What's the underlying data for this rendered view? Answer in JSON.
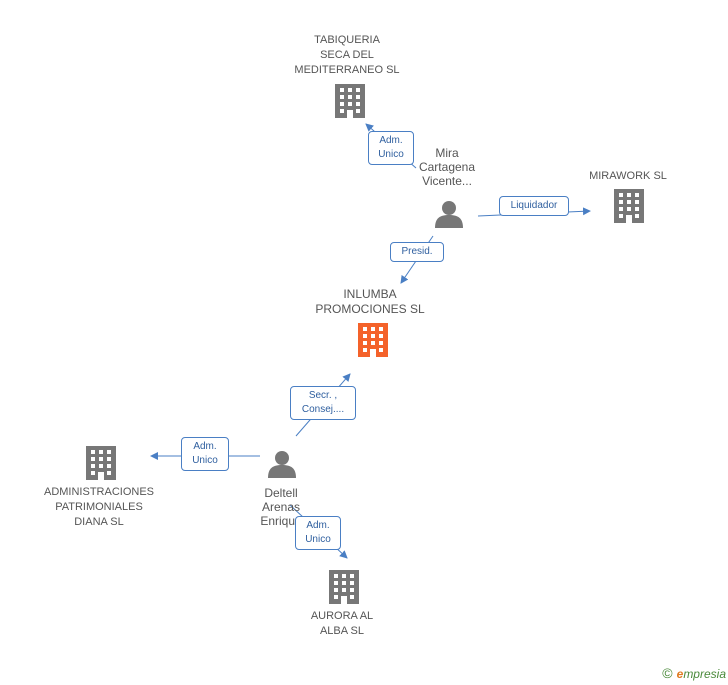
{
  "colors": {
    "company": "#777777",
    "focus_company": "#f4622a",
    "person": "#777777",
    "edge": "#4a7fc4",
    "role_border": "#4a7fc4"
  },
  "nodes": {
    "tabiqueria": {
      "label_lines": [
        "TABIQUERIA",
        "SECA DEL",
        "MEDITERRANEO SL"
      ],
      "icon": "building-icon"
    },
    "mirawork": {
      "label_lines": [
        "MIRAWORK SL"
      ],
      "icon": "building-icon"
    },
    "inlumba": {
      "label_lines": [
        "INLUMBA",
        "PROMOCIONES SL"
      ],
      "icon": "building-icon"
    },
    "administraciones": {
      "label_lines": [
        "ADMINISTRACIONES",
        "PATRIMONIALES",
        "DIANA SL"
      ],
      "icon": "building-icon"
    },
    "aurora": {
      "label_lines": [
        "AURORA AL",
        "ALBA SL"
      ],
      "icon": "building-icon"
    },
    "mira": {
      "label_lines": [
        "Mira",
        "Cartagena",
        "Vicente..."
      ],
      "icon": "person-icon"
    },
    "deltell": {
      "label_lines": [
        "Deltell",
        "Arenas",
        "Enrique"
      ],
      "icon": "person-icon"
    }
  },
  "roles": {
    "mira_tabiqueria": [
      "Adm.",
      "Unico"
    ],
    "mira_mirawork": [
      "Liquidador"
    ],
    "mira_inlumba": [
      "Presid."
    ],
    "deltell_inlumba": [
      "Secr. ,",
      "Consej...."
    ],
    "deltell_administraciones": [
      "Adm.",
      "Unico"
    ],
    "deltell_aurora": [
      "Adm.",
      "Unico"
    ]
  },
  "footer": {
    "copyright": "©",
    "brand_initial": "e",
    "brand_rest": "mpresia"
  }
}
